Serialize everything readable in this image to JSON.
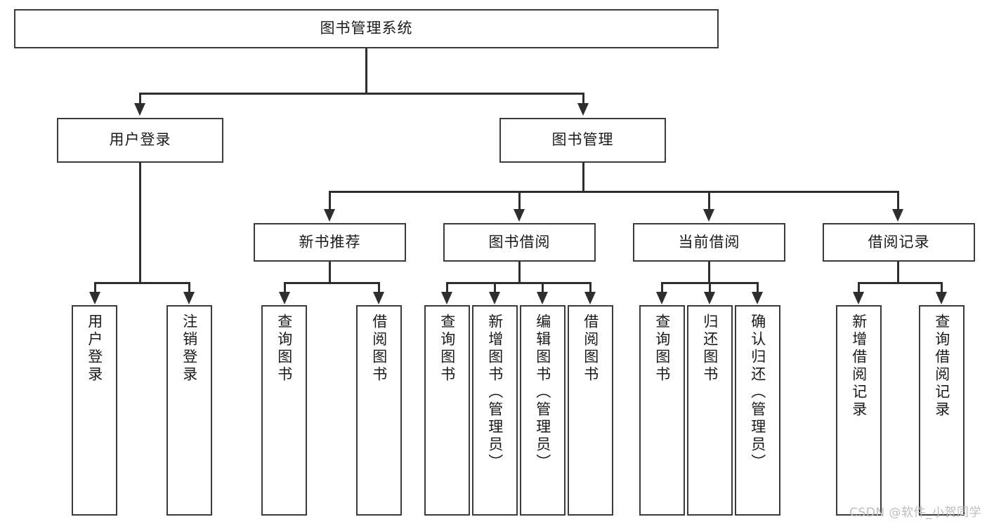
{
  "diagram": {
    "type": "tree-hierarchy",
    "title": "图书管理系统",
    "root": {
      "label": "图书管理系统"
    },
    "level2": [
      {
        "label": "用户登录"
      },
      {
        "label": "图书管理"
      }
    ],
    "level3": [
      {
        "label": "新书推荐"
      },
      {
        "label": "图书借阅"
      },
      {
        "label": "当前借阅"
      },
      {
        "label": "借阅记录"
      }
    ],
    "leaves": {
      "user_login": [
        {
          "label": "用户登录"
        },
        {
          "label": "注销登录"
        }
      ],
      "new_book_recommend": [
        {
          "label": "查询图书"
        },
        {
          "label": "借阅图书"
        }
      ],
      "book_borrow": [
        {
          "label": "查询图书"
        },
        {
          "label": "新增图书（管理员）"
        },
        {
          "label": "编辑图书（管理员）"
        },
        {
          "label": "借阅图书"
        }
      ],
      "current_borrow": [
        {
          "label": "查询图书"
        },
        {
          "label": "归还图书"
        },
        {
          "label": "确认归还（管理员）"
        }
      ],
      "borrow_record": [
        {
          "label": "新增借阅记录"
        },
        {
          "label": "查询借阅记录"
        }
      ]
    }
  },
  "watermark": {
    "text": "CSDN @软件_小贺同学"
  },
  "colors": {
    "border": "#3b3b3b",
    "line": "#2e2e2e",
    "text": "#1a1a1a",
    "background": "#ffffff",
    "watermark": "#bdbdbd"
  }
}
